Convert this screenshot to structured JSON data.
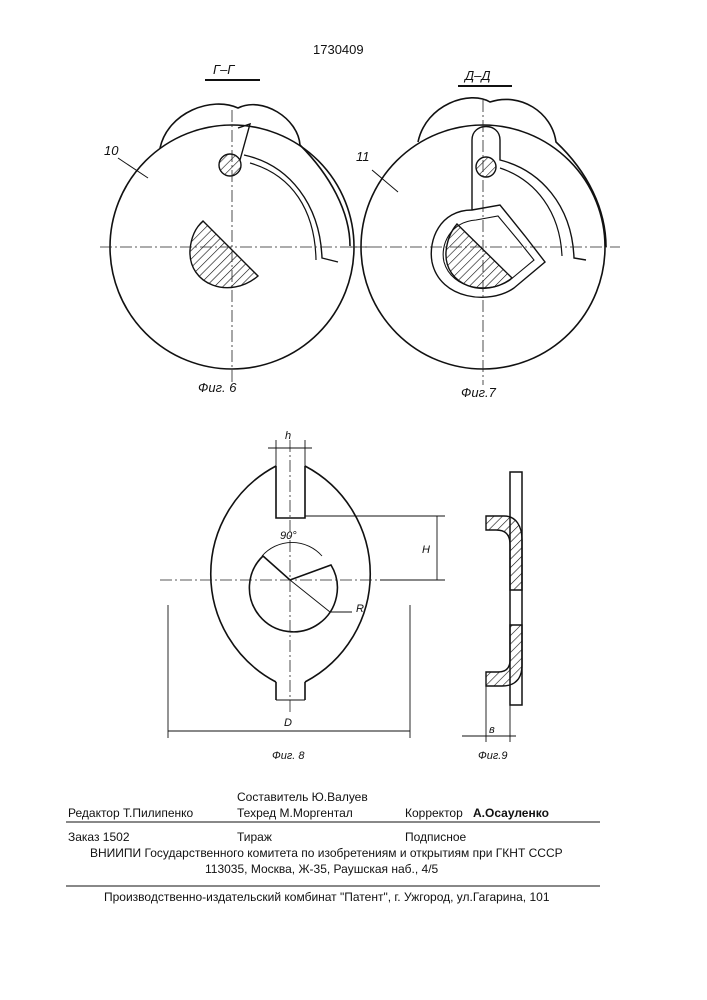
{
  "header": {
    "patent_number": "1730409"
  },
  "figures": {
    "fig6": {
      "section": "Г–Г",
      "part_label": "10",
      "caption": "Фиг. 6"
    },
    "fig7": {
      "section": "Д–Д",
      "part_label": "11",
      "caption": "Фиг.7"
    },
    "fig8": {
      "caption": "Фиг. 8",
      "dim_h": "h",
      "angle": "90°",
      "dim_H": "H",
      "dim_R": "R",
      "dim_D": "D"
    },
    "fig9": {
      "caption": "Фиг.9",
      "dim_b": "в"
    }
  },
  "footer": {
    "compiler": "Составитель  Ю.Валуев",
    "editor": "Редактор  Т.Пилипенко",
    "techeditor": "Техред М.Моргентал",
    "corrector_label": "Корректор",
    "corrector_name": "А.Осауленко",
    "order": "Заказ  1502",
    "circulation": "Тираж",
    "subscription": "Подписное",
    "institute_line1": "ВНИИПИ Государственного комитета по изобретениям и открытиям при ГКНТ СССР",
    "institute_line2": "113035, Москва, Ж-35, Раушская наб., 4/5",
    "publisher": "Производственно-издательский комбинат \"Патент\", г. Ужгород, ул.Гагарина, 101"
  }
}
